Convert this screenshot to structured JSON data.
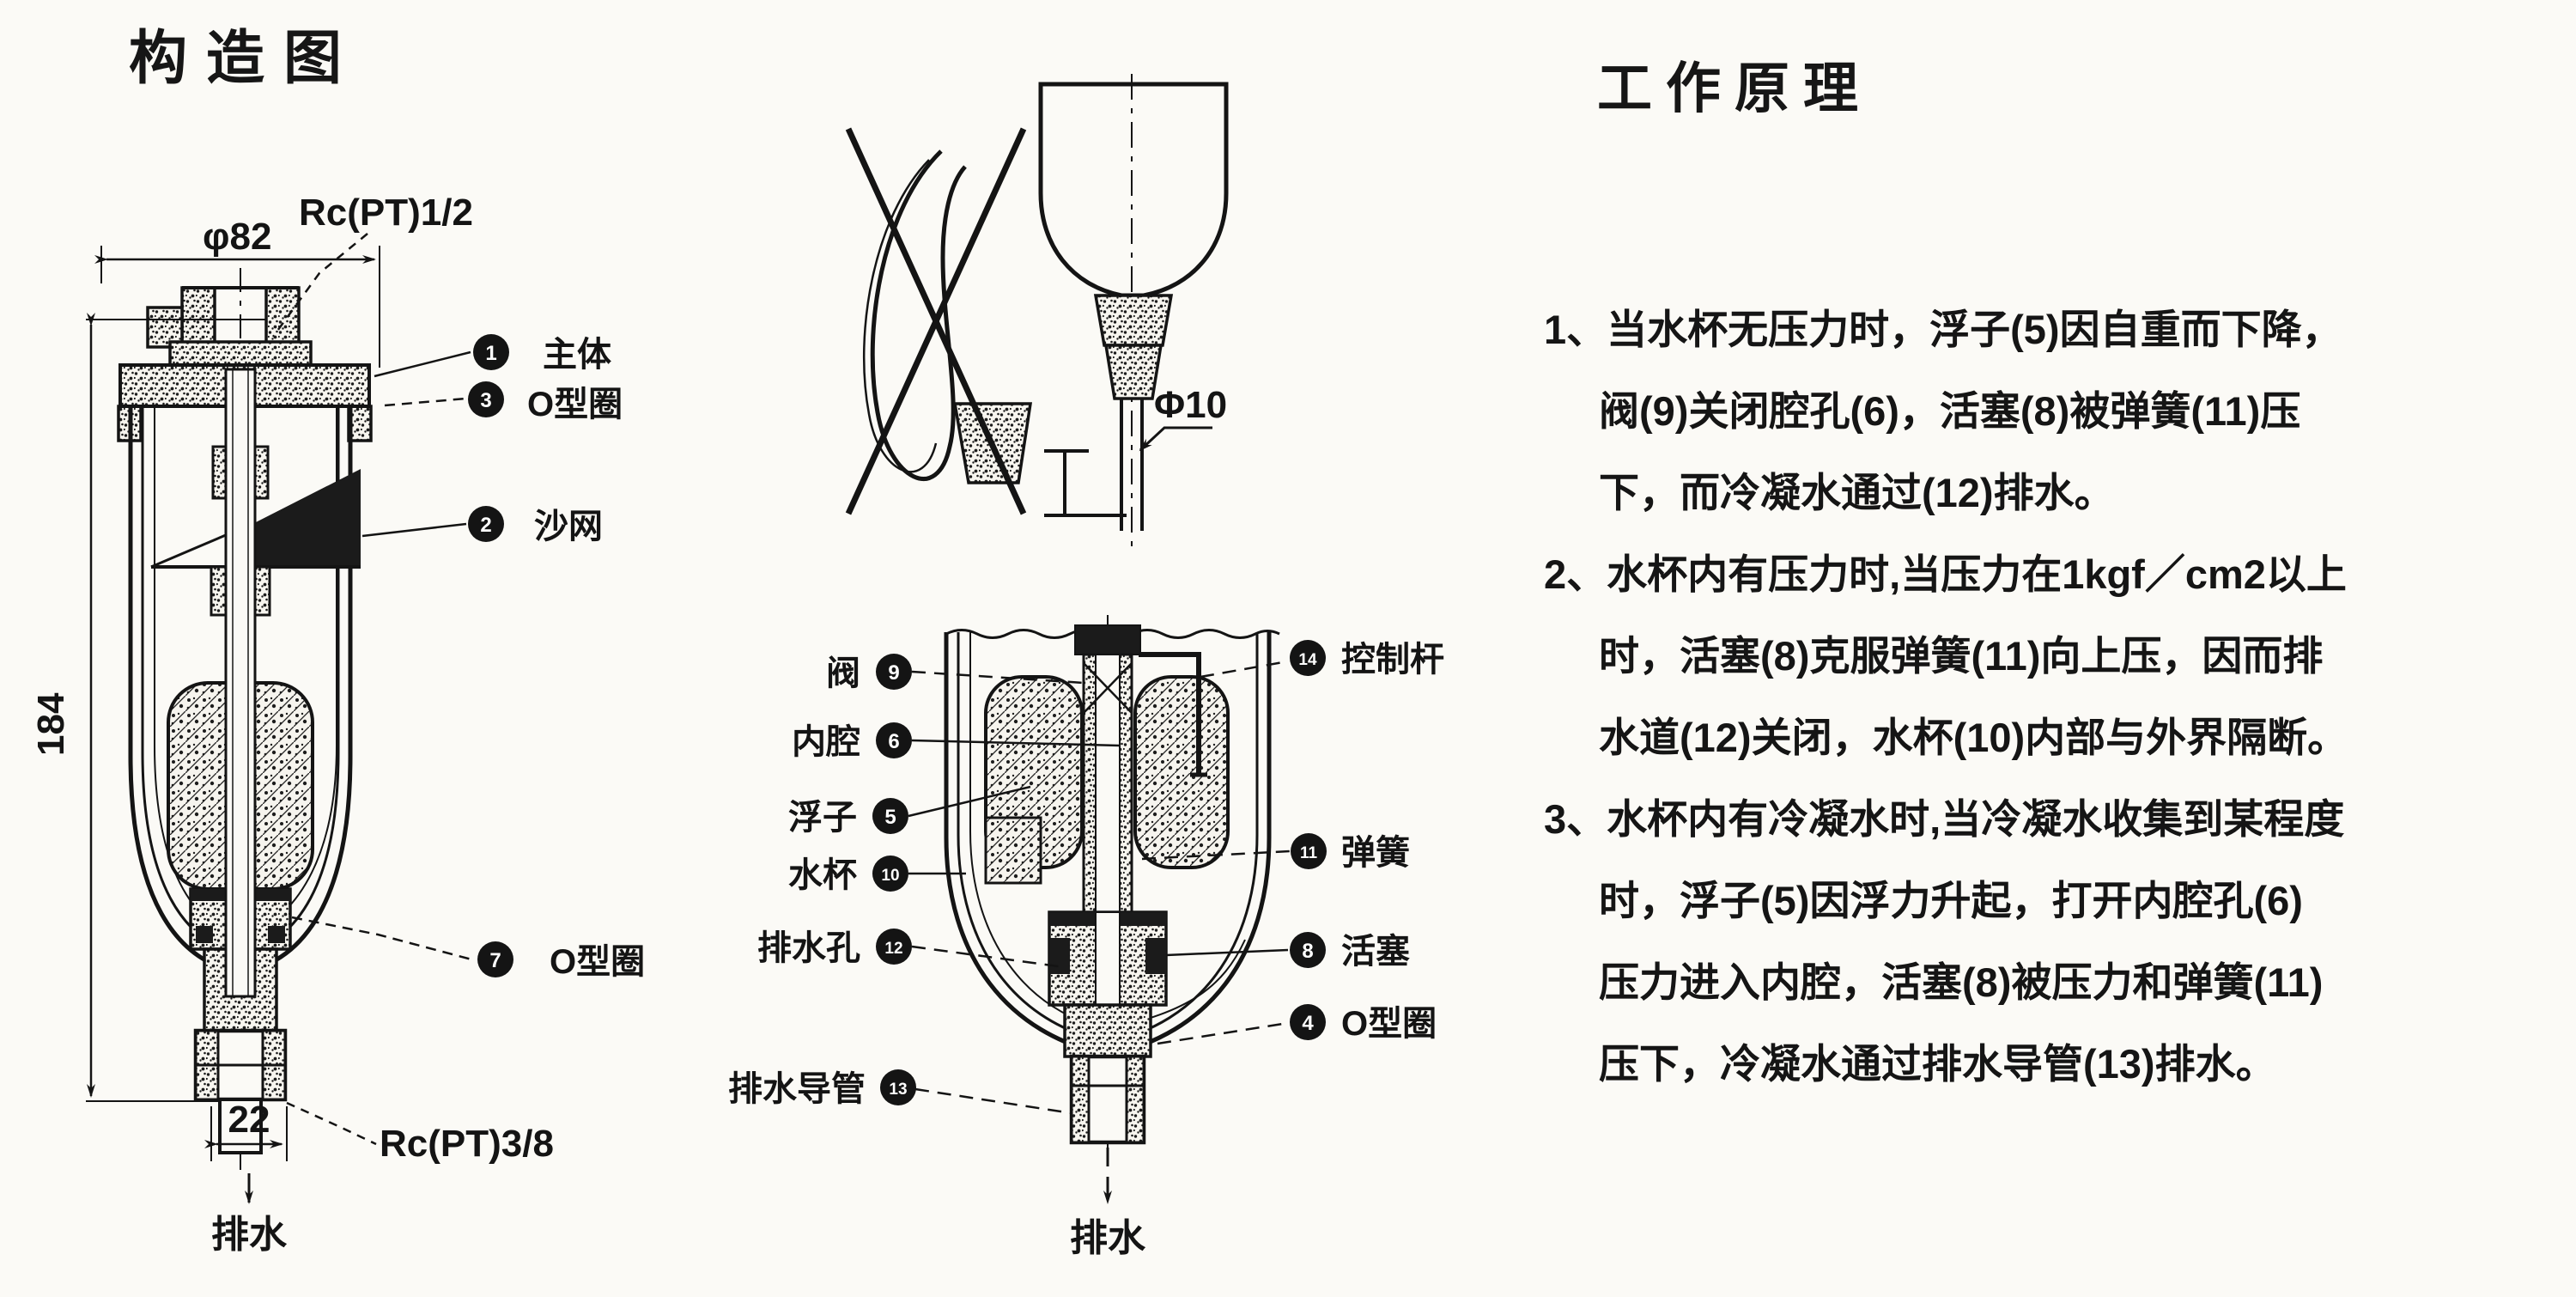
{
  "structure": {
    "title": "构造图",
    "dims": {
      "height": "184",
      "diameter": "φ82",
      "port_top": "Rc(PT)1/2",
      "width_bottom": "22",
      "port_bottom": "Rc(PT)3/8",
      "drain": "排水"
    },
    "parts": [
      {
        "num": "1",
        "name": "主体"
      },
      {
        "num": "3",
        "name": "O型圈"
      },
      {
        "num": "2",
        "name": "沙网"
      },
      {
        "num": "7",
        "name": "O型圈"
      }
    ]
  },
  "installation": {
    "tube_dia": "Φ10"
  },
  "section": {
    "left_parts": [
      {
        "num": "9",
        "name": "阀"
      },
      {
        "num": "6",
        "name": "内腔"
      },
      {
        "num": "5",
        "name": "浮子"
      },
      {
        "num": "10",
        "name": "水杯"
      },
      {
        "num": "12",
        "name": "排水孔"
      },
      {
        "num": "13",
        "name": "排水导管"
      }
    ],
    "right_parts": [
      {
        "num": "14",
        "name": "控制杆"
      },
      {
        "num": "11",
        "name": "弹簧"
      },
      {
        "num": "8",
        "name": "活塞"
      },
      {
        "num": "4",
        "name": "O型圈"
      }
    ],
    "drain": "排水"
  },
  "principle": {
    "title": "工作原理",
    "lines": [
      {
        "t": "1、当水杯无压力时，浮子(5)因自重而下降，"
      },
      {
        "t": "阀(9)关闭腔孔(6)，活塞(8)被弹簧(11)压"
      },
      {
        "t": "下，而冷凝水通过(12)排水。"
      },
      {
        "t": "2、水杯内有压力时,当压力在1kgf／cm2以上"
      },
      {
        "t": "时，活塞(8)克服弹簧(11)向上压，因而排"
      },
      {
        "t": "水道(12)关闭，水杯(10)内部与外界隔断。"
      },
      {
        "t": "3、水杯内有冷凝水时,当冷凝水收集到某程度"
      },
      {
        "t": "时，浮子(5)因浮力升起，打开内腔孔(6)"
      },
      {
        "t": "压力进入内腔，活塞(8)被压力和弹簧(11)"
      },
      {
        "t": "压下，冷凝水通过排水导管(13)排水。"
      }
    ]
  }
}
